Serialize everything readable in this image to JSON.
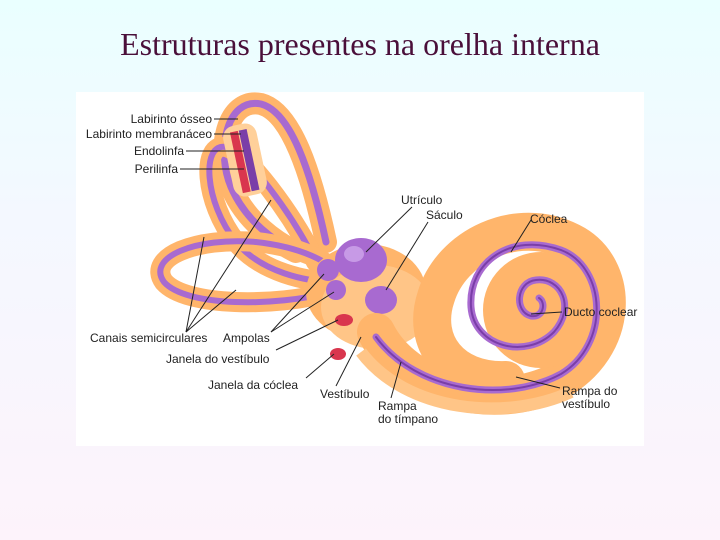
{
  "slide": {
    "title": "Estruturas presentes na orelha interna"
  },
  "diagram": {
    "labels": {
      "labirinto_osseo": "Labirinto ósseo",
      "labirinto_membranaceo": "Labirinto membranáceo",
      "endolinfa": "Endolinfa",
      "perilinfa": "Perilinfa",
      "utriculo": "Utrículo",
      "saculo": "Sáculo",
      "coclea": "Cóclea",
      "ducto_coclear": "Ducto coclear",
      "canais_semicirculares": "Canais semicirculares",
      "ampolas": "Ampolas",
      "janela_vestibulo": "Janela do vestíbulo",
      "janela_coclea": "Janela da cóclea",
      "vestibulo": "Vestíbulo",
      "rampa_timpano_1": "Rampa",
      "rampa_timpano_2": "do tímpano",
      "rampa_vestibulo_1": "Rampa do",
      "rampa_vestibulo_2": "vestíbulo"
    },
    "colors": {
      "bone": "#ffb56b",
      "bone_light": "#ffd09a",
      "membrane": "#a86ad0",
      "membrane_dark": "#7a3ea8",
      "fluid_red": "#d9364e"
    }
  }
}
